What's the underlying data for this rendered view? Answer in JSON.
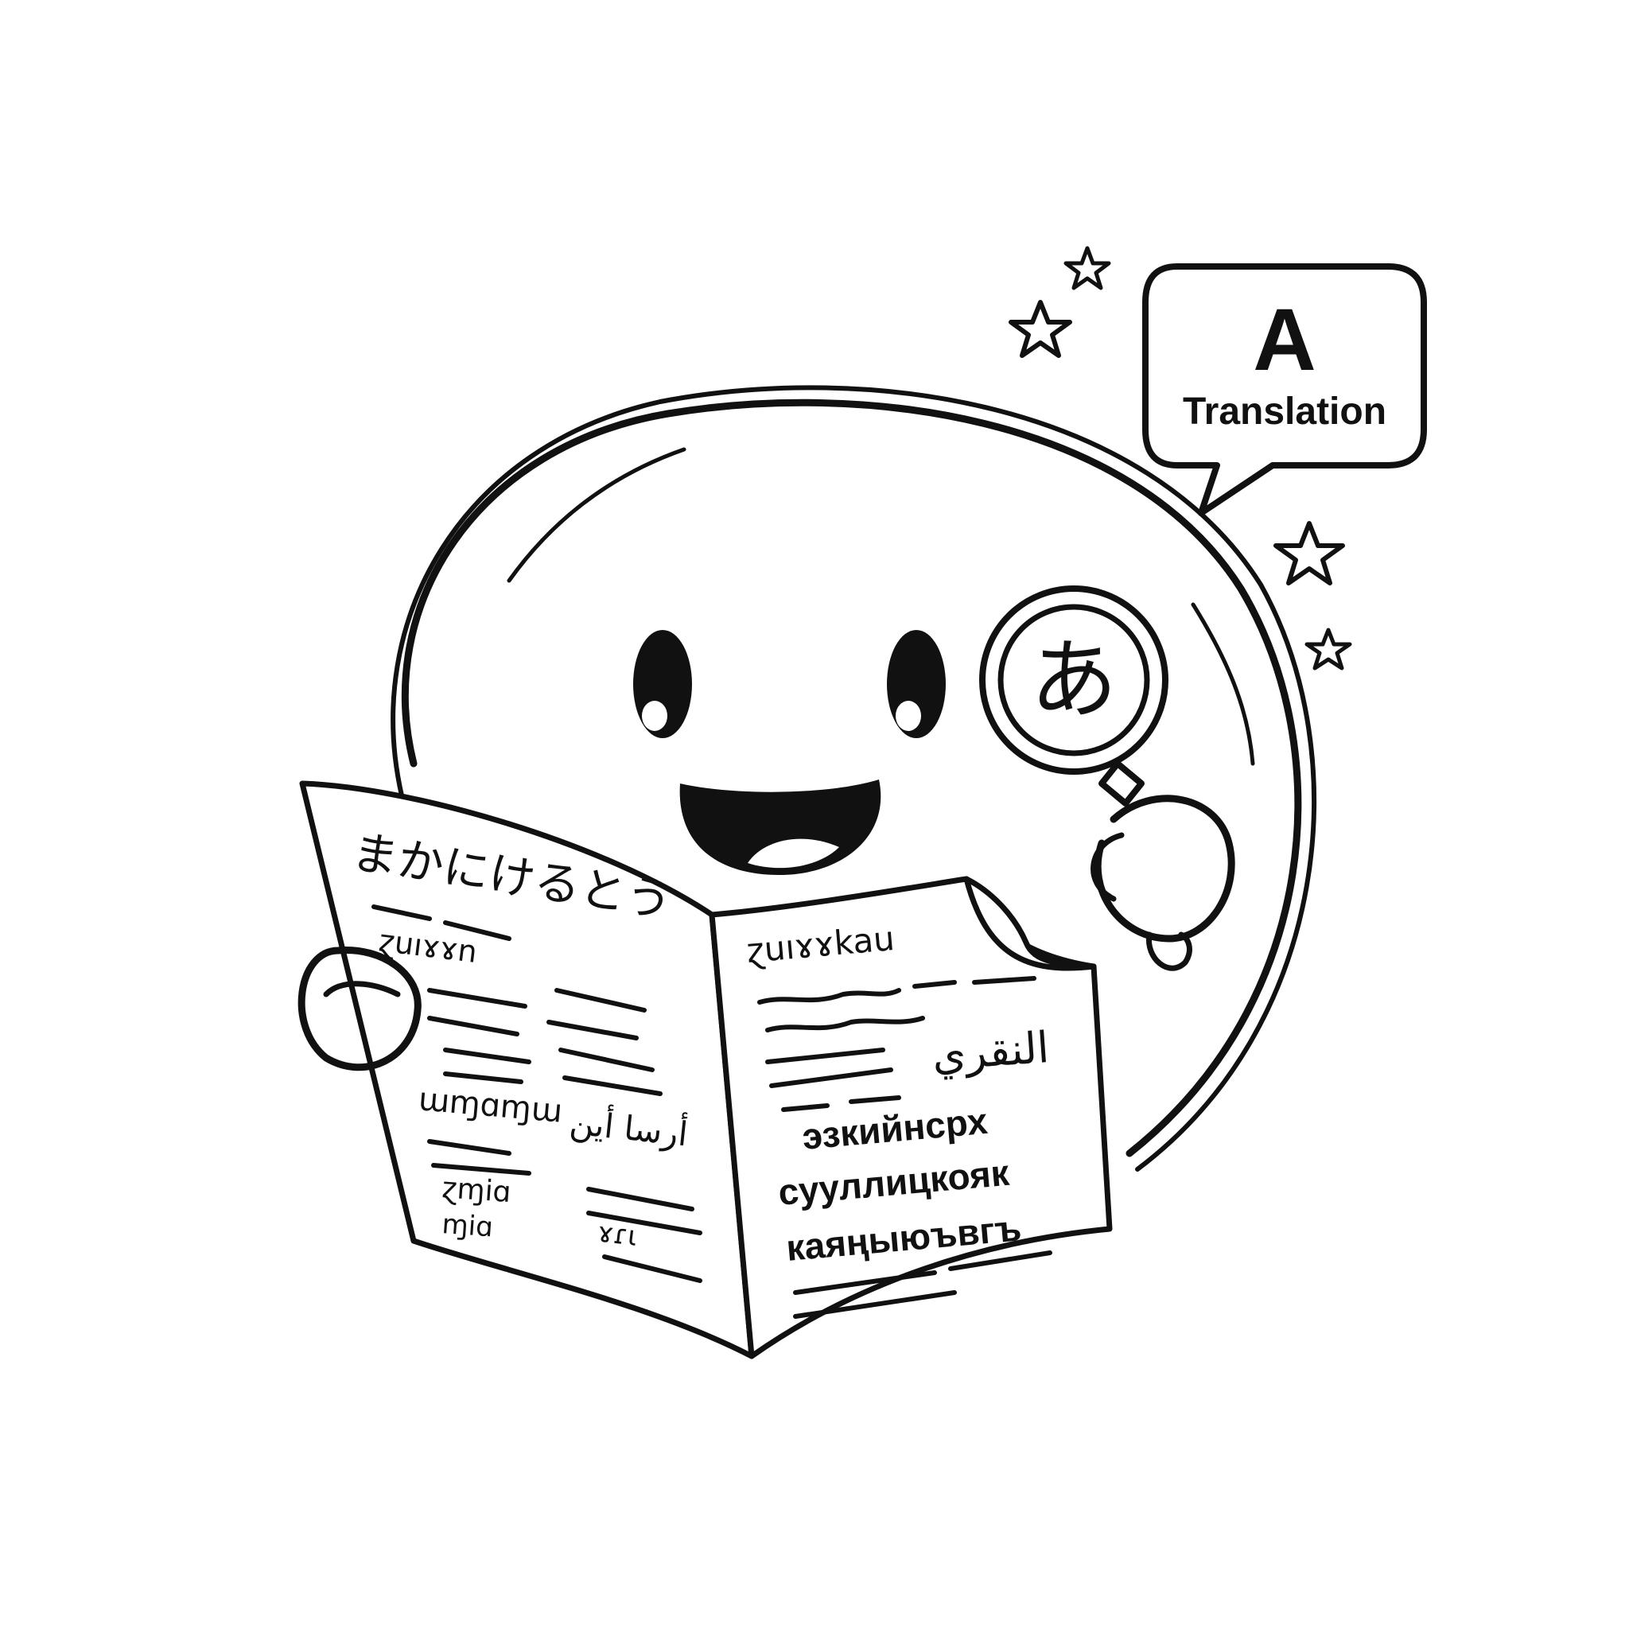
{
  "speech_bubble": {
    "letter": "A",
    "label": "Translation"
  },
  "magnifier": {
    "glyph": "あ"
  },
  "newspaper": {
    "left_page": {
      "headline": "まかにけるとう",
      "scribble_top": "ɀuıɤɤn",
      "mid_text_left": "ɯɱɑɱɯ",
      "mid_text_right": "أرسا أين",
      "bottom_scribbles": [
        "ɀɱiɑ",
        "ɱiɑ",
        "ɤɾɩ"
      ]
    },
    "right_page": {
      "headline": "ɀuıɤɤkau",
      "arabic": "النقري",
      "cyrillic_lines": [
        "эзкийнсрх",
        "сууллицкояк",
        "каяңыюъвгъ"
      ]
    }
  },
  "colors": {
    "ink": "#111111",
    "background": "#ffffff"
  }
}
